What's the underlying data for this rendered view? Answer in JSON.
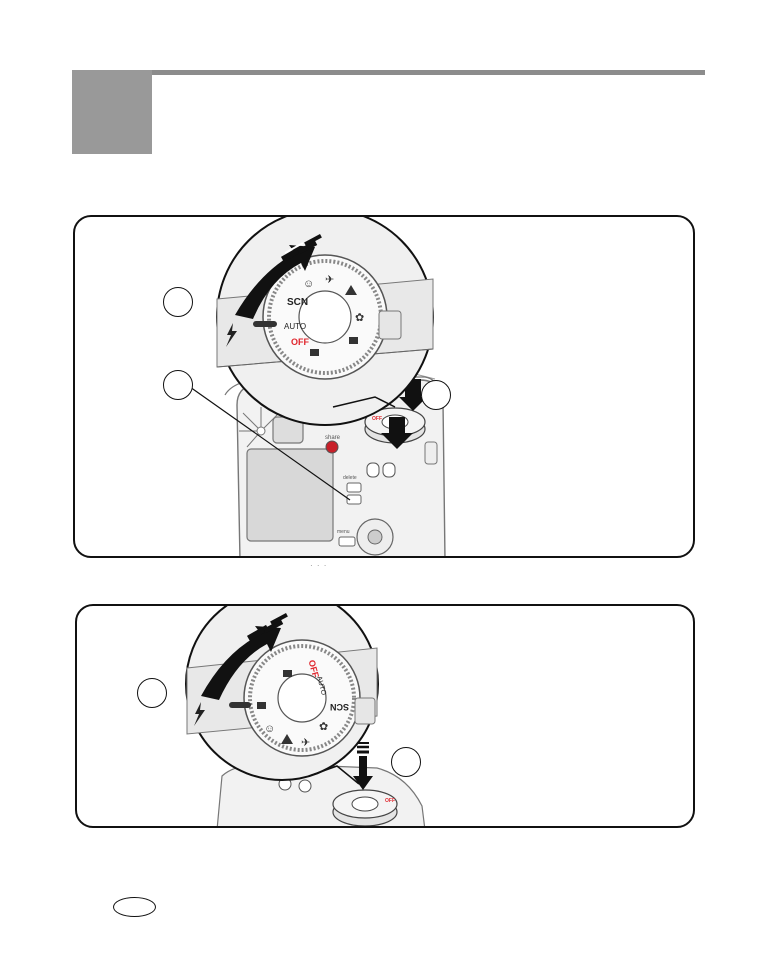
{
  "header": {
    "chapter_number": ""
  },
  "panel1": {
    "callouts": [
      "",
      "",
      ""
    ],
    "dial": {
      "scn": "SCN",
      "auto": "AUTO",
      "off": "OFF"
    },
    "camera": {
      "share": "share",
      "delete": "delete",
      "menu": "menu"
    },
    "caption": "· · ·"
  },
  "panel2": {
    "callouts": [
      "",
      ""
    ],
    "dial": {
      "scn": "SCN",
      "auto": "AUTO",
      "off": "OFF"
    }
  },
  "colors": {
    "off_label": "#e0262d",
    "share_button": "#c8202a",
    "chapter_block": "#999999",
    "rule": "#8c8c8c"
  },
  "icons": [
    "flash-icon",
    "camera-icon",
    "portrait-icon",
    "sport-icon",
    "landscape-icon",
    "closeup-icon",
    "video-icon",
    "press-arrow-icon",
    "rotate-arrow-icon"
  ]
}
